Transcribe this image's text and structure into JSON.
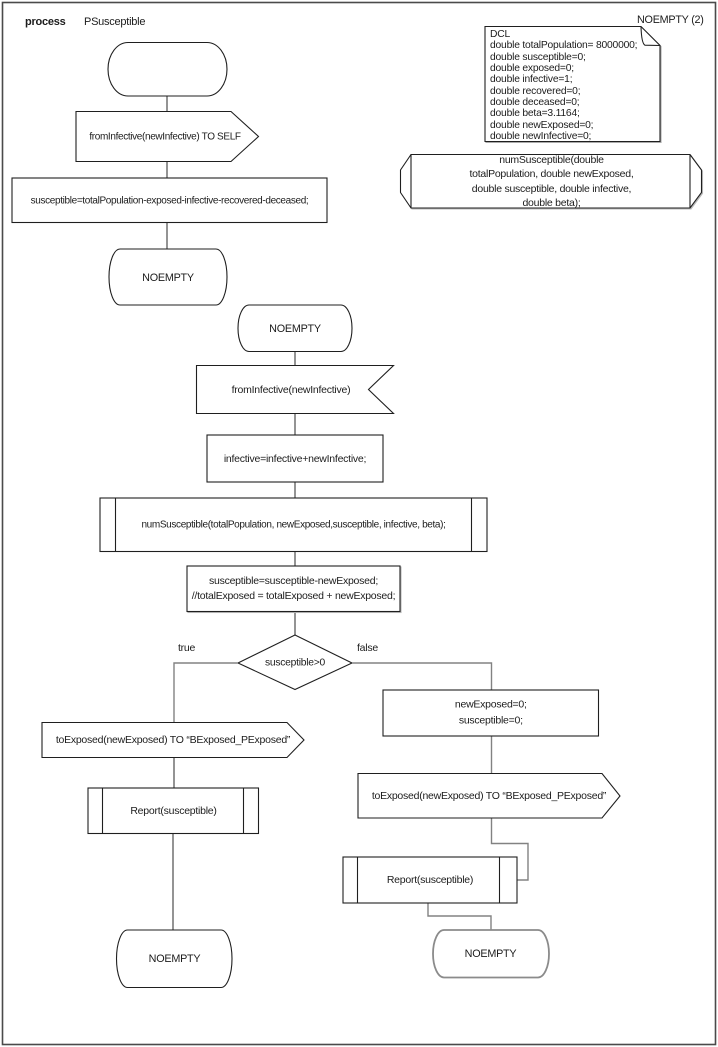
{
  "colors": {
    "shape_stroke": "#1f1f1f",
    "connector": "#5a5a5a",
    "branch_connector": "#828282",
    "gray_state_stroke": "#8b8b8b",
    "frame": "#4a4a4a",
    "background": "#ffffff"
  },
  "header": {
    "kind_label": "process",
    "process_name": "PSusceptible",
    "corner_label": "NOEMPTY (2)"
  },
  "declarations": {
    "text": "DCL\ndouble totalPopulation= 8000000;\ndouble susceptible=0;\ndouble exposed=0;\ndouble infective=1;\ndouble recovered=0;\ndouble deceased=0;\ndouble beta=3.1164;\ndouble newExposed=0;\ndouble newInfective=0;"
  },
  "procedure_declaration": {
    "text": "numSusceptible(double totalPopulation, double newExposed,\ndouble susceptible, double infective, double beta);"
  },
  "flow_initial": {
    "output_to_self": "fromInfective(newInfective) TO SELF",
    "task": "susceptible=totalPopulation-exposed-infective-recovered-deceased;",
    "next_state": "NOEMPTY"
  },
  "flow_noempty": {
    "state": "NOEMPTY",
    "input": "fromInfective(newInfective)",
    "task_update_infective": "infective=infective+newInfective;",
    "procedure_call": "numSusceptible(totalPopulation, newExposed,susceptible, infective, beta);",
    "task_update_susceptible": "susceptible=susceptible-newExposed;\n//totalExposed = totalExposed + newExposed;",
    "decision": "susceptible>0",
    "branch_true_label": "true",
    "branch_false_label": "false",
    "true_branch": {
      "output": "toExposed(newExposed) TO “BExposed_PExposed”",
      "procedure_call": "Report(susceptible)",
      "next_state": "NOEMPTY"
    },
    "false_branch": {
      "task": "newExposed=0;\nsusceptible=0;",
      "output": "toExposed(newExposed) TO “BExposed_PExposed”",
      "procedure_call": "Report(susceptible)",
      "next_state": "NOEMPTY"
    }
  }
}
